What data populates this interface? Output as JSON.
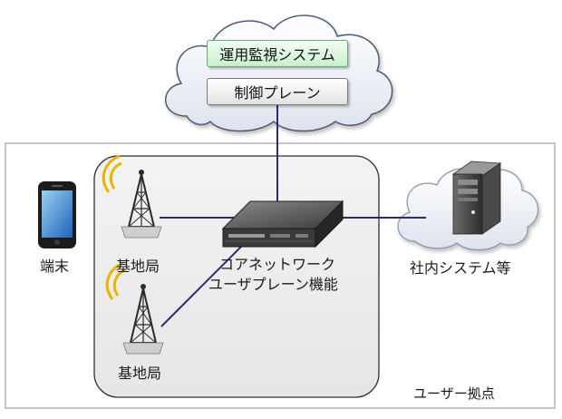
{
  "labels": {
    "monitoring_system": "運用監視システム",
    "control_plane": "制御プレーン",
    "terminal": "端末",
    "base_station_1": "基地局",
    "base_station_2": "基地局",
    "core_network_line1": "コアネットワーク",
    "core_network_line2": "ユーザプレーン機能",
    "internal_systems": "社内システム等",
    "user_site": "ユーザー拠点"
  },
  "colors": {
    "monitor_box_border": "#6aa878",
    "link_line": "#2b2b6e",
    "antenna_signal": "#e8b400",
    "site_border": "#8a8aa0"
  },
  "icons": [
    "cloud-icon",
    "smartphone-icon",
    "antenna-tower-icon",
    "network-switch-icon",
    "server-icon"
  ]
}
